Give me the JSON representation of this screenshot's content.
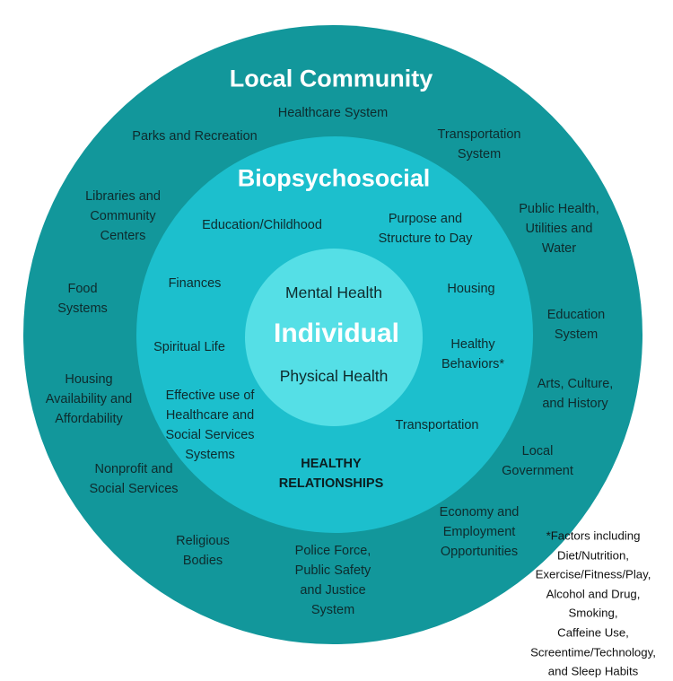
{
  "colors": {
    "outer_ring": "#12979b",
    "middle_ring": "#1cbfcd",
    "inner_circle": "#55dfe6",
    "label_text": "#0e2b2d",
    "title_text": "#ffffff"
  },
  "outer": {
    "title": "Local Community",
    "items": [
      "Healthcare System",
      "Parks and Recreation",
      "Transportation\nSystem",
      "Libraries and\nCommunity\nCenters",
      "Public Health,\nUtilities and\nWater",
      "Food\nSystems",
      "Education\nSystem",
      "Housing\nAvailability and\nAffordability",
      "Arts, Culture,\nand History",
      "Local\nGovernment",
      "Nonprofit and\nSocial Services",
      "Economy and\nEmployment\nOpportunities",
      "Religious\nBodies",
      "Police Force,\nPublic Safety\nand Justice\nSystem"
    ]
  },
  "middle": {
    "title": "Biopsychosocial",
    "items": [
      "Education/Childhood",
      "Purpose and\nStructure to Day",
      "Finances",
      "Housing",
      "Spiritual Life",
      "Healthy\nBehaviors*",
      "Effective use of\nHealthcare and\nSocial Services\nSystems",
      "Transportation"
    ],
    "emphasis": "HEALTHY\nRELATIONSHIPS"
  },
  "inner": {
    "title": "Individual",
    "top": "Mental Health",
    "bottom": "Physical Health"
  },
  "footnote": "*Factors including\nDiet/Nutrition,\nExercise/Fitness/Play,\nAlcohol and Drug, Smoking,\nCaffeine Use,\nScreentime/Technology,\nand Sleep Habits"
}
